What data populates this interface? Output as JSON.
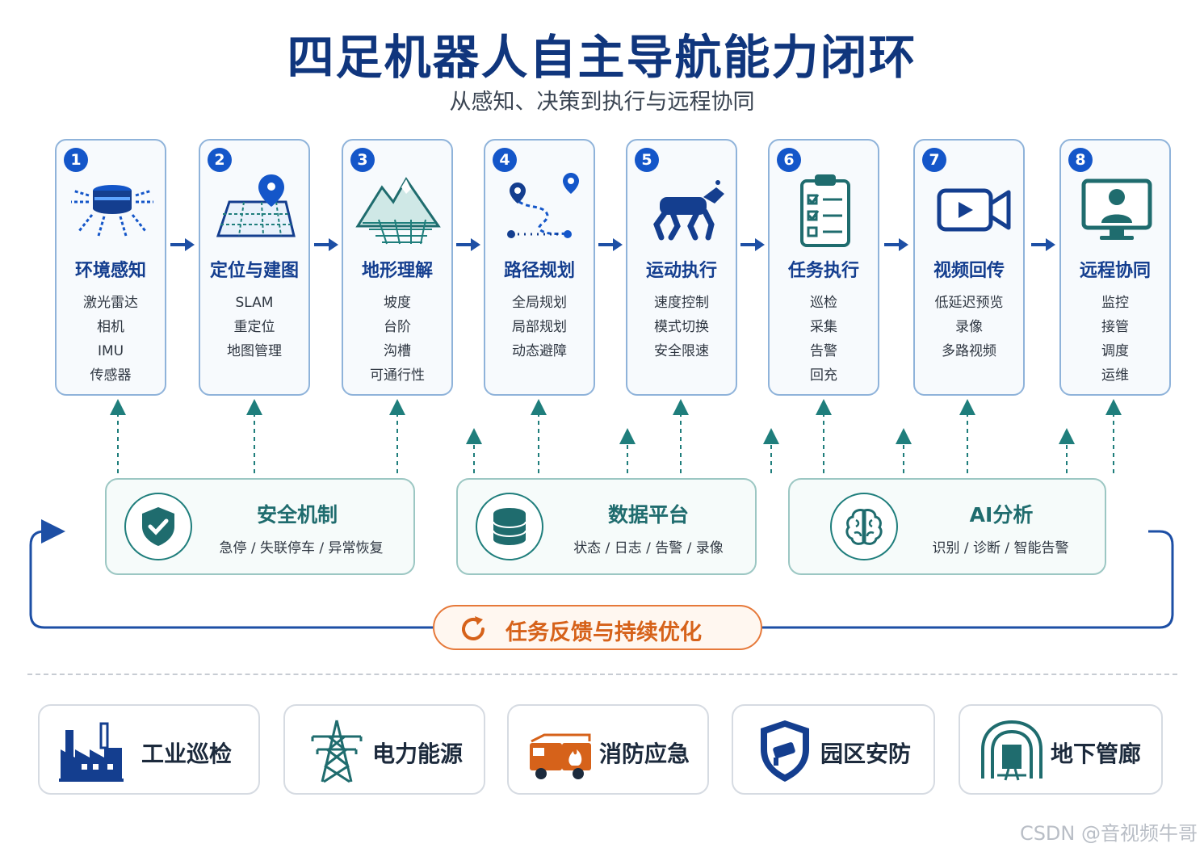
{
  "title": "四足机器人自主导航能力闭环",
  "subtitle": "从感知、决策到执行与远程协同",
  "stages": [
    {
      "num": "1",
      "title": "环境感知",
      "icon": "lidar-icon",
      "items": [
        "激光雷达",
        "相机",
        "IMU",
        "传感器"
      ]
    },
    {
      "num": "2",
      "title": "定位与建图",
      "icon": "map-pin-icon",
      "items": [
        "SLAM",
        "重定位",
        "地图管理"
      ]
    },
    {
      "num": "3",
      "title": "地形理解",
      "icon": "mountain-icon",
      "items": [
        "坡度",
        "台阶",
        "沟槽",
        "可通行性"
      ]
    },
    {
      "num": "4",
      "title": "路径规划",
      "icon": "route-icon",
      "items": [
        "全局规划",
        "局部规划",
        "动态避障"
      ]
    },
    {
      "num": "5",
      "title": "运动执行",
      "icon": "robot-dog-icon",
      "items": [
        "速度控制",
        "模式切换",
        "安全限速"
      ]
    },
    {
      "num": "6",
      "title": "任务执行",
      "icon": "clipboard-icon",
      "items": [
        "巡检",
        "采集",
        "告警",
        "回充"
      ]
    },
    {
      "num": "7",
      "title": "视频回传",
      "icon": "video-camera-icon",
      "items": [
        "低延迟预览",
        "录像",
        "多路视频"
      ]
    },
    {
      "num": "8",
      "title": "远程协同",
      "icon": "monitor-user-icon",
      "items": [
        "监控",
        "接管",
        "调度",
        "运维"
      ]
    }
  ],
  "pillars": [
    {
      "title": "安全机制",
      "desc": "急停 / 失联停车 / 异常恢复",
      "icon": "shield-check-icon"
    },
    {
      "title": "数据平台",
      "desc": "状态 / 日志 / 告警 / 录像",
      "icon": "database-icon"
    },
    {
      "title": "AI分析",
      "desc": "识别 / 诊断 / 智能告警",
      "icon": "brain-icon"
    }
  ],
  "feedback": {
    "label": "任务反馈与持续优化",
    "icon": "refresh-icon"
  },
  "applications": [
    {
      "label": "工业巡检",
      "icon": "factory-icon"
    },
    {
      "label": "电力能源",
      "icon": "power-tower-icon"
    },
    {
      "label": "消防应急",
      "icon": "fire-truck-icon"
    },
    {
      "label": "园区安防",
      "icon": "security-camera-shield-icon"
    },
    {
      "label": "地下管廊",
      "icon": "tunnel-icon"
    }
  ],
  "watermark": "CSDN @音视频牛哥",
  "colors": {
    "primary": "#143e8f",
    "accent_blue": "#1456c9",
    "teal": "#1f7e7c",
    "orange": "#e6793a"
  }
}
